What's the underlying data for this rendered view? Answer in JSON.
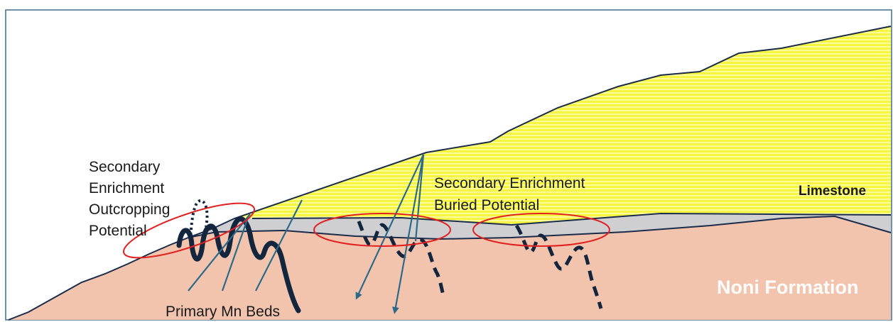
{
  "labels": {
    "secondary_outcropping_line1": "Secondary",
    "secondary_outcropping_line2": "Enrichment",
    "secondary_outcropping_line3": "Outcropping",
    "secondary_outcropping_line4": "Potential",
    "secondary_buried_line1": "Secondary Enrichment",
    "secondary_buried_line2": "Buried Potential",
    "limestone": "Limestone",
    "noni_formation": "Noni Formation",
    "primary_mn_beds": "Primary Mn Beds"
  },
  "colors": {
    "limestone_fill": "#f5f542",
    "limestone_hatch": "#ffffb0",
    "gray_layer": "#cfcfd2",
    "noni_fill": "#f3c4ad",
    "outline": "#1b2c4a",
    "mn_bed": "#13263d",
    "drill_arrow": "#2d6a8a",
    "ellipse": "#e02020",
    "frame": "#3f6f8f",
    "noni_label": "#ffffff"
  }
}
